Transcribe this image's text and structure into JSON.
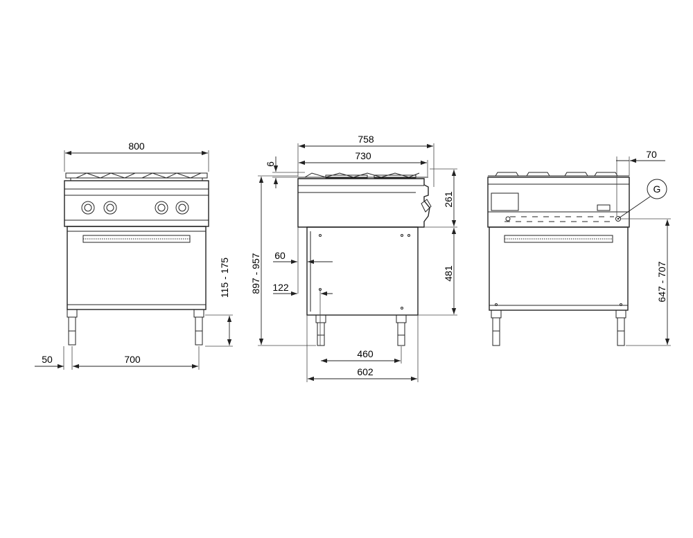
{
  "dimensions": {
    "front_width": "800",
    "front_leg_offset": "50",
    "front_leg_span": "700",
    "front_leg_height": "115 - 175",
    "side_overall_depth": "758",
    "side_top_depth": "730",
    "side_edge": "6",
    "side_panel_height": "261",
    "side_total_height": "897 - 957",
    "side_offset_60": "60",
    "side_offset_122": "122",
    "side_body_height": "481",
    "side_leg_span": "460",
    "side_body_depth": "602",
    "rear_gas_offset": "70",
    "rear_gas_height": "647 - 707",
    "gas_label": "G"
  },
  "colors": {
    "line": "#222222",
    "background": "#ffffff"
  }
}
